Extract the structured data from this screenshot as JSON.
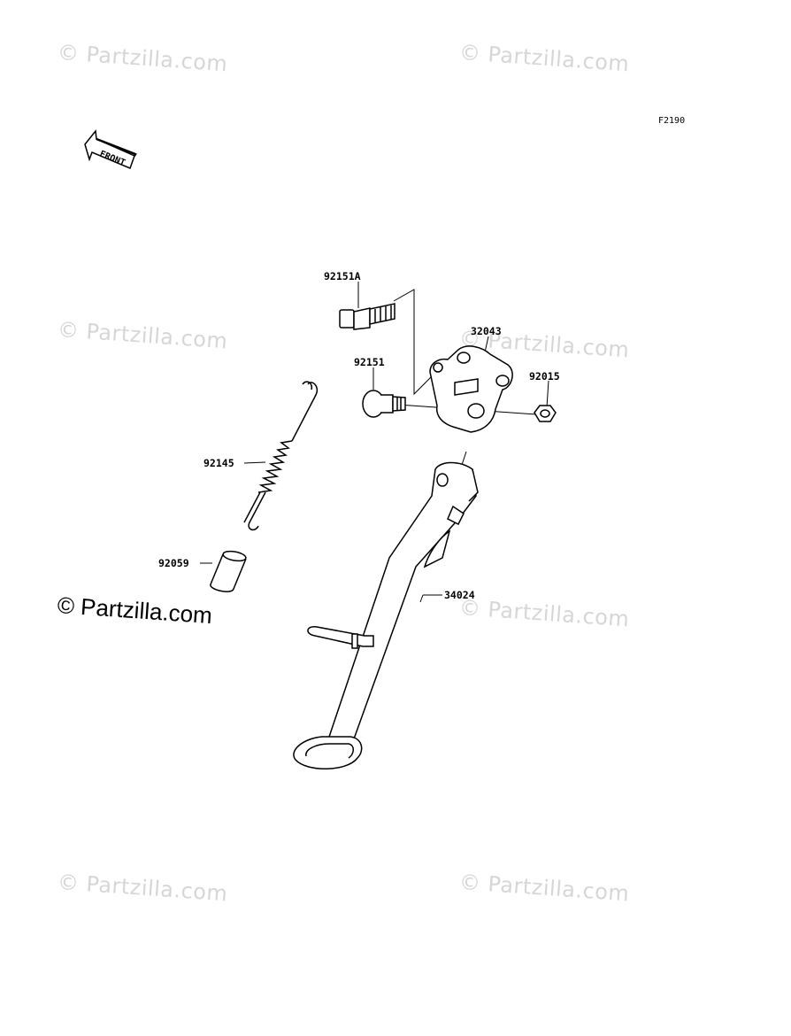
{
  "figure_id": "F2190",
  "front_arrow_label": "FRONT",
  "copyright_text": "© Partzilla.com",
  "watermark_text": "© Partzilla.com",
  "parts": [
    {
      "number": "92151A"
    },
    {
      "number": "32043"
    },
    {
      "number": "92151"
    },
    {
      "number": "92015"
    },
    {
      "number": "92145"
    },
    {
      "number": "92059"
    },
    {
      "number": "34024"
    }
  ]
}
